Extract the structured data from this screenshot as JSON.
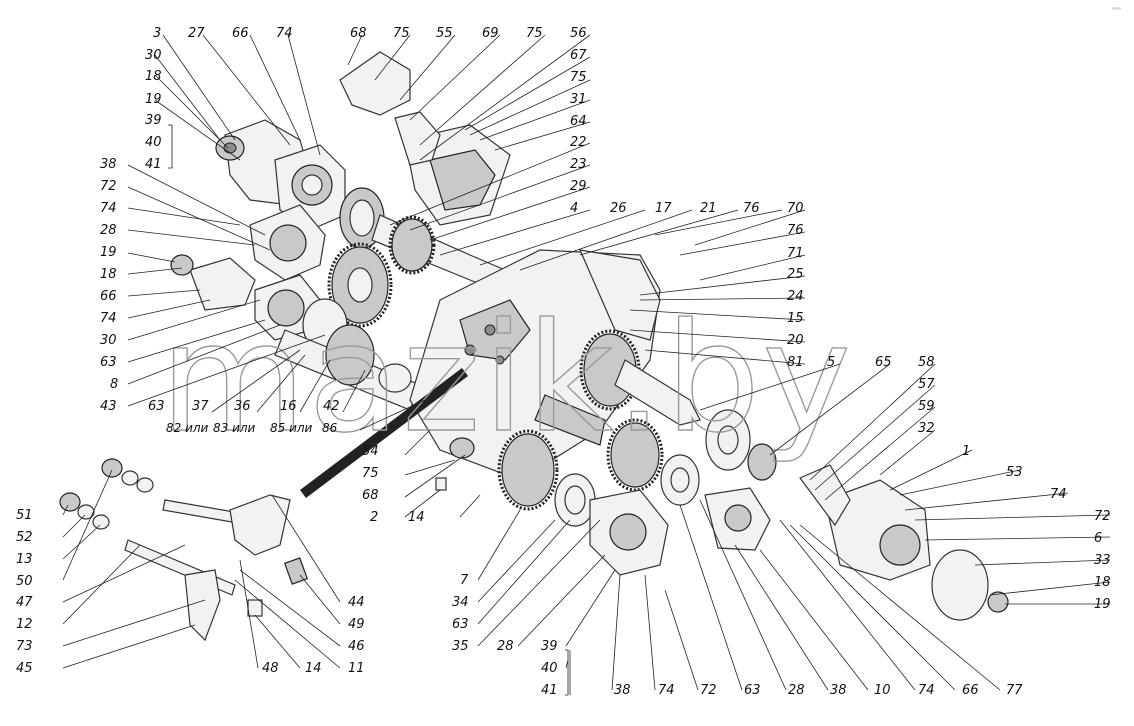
{
  "watermark": "mazik.by",
  "corner_mark": "°°°",
  "callouts": {
    "top_left": [
      "3",
      "27",
      "66",
      "74"
    ],
    "left_column": [
      "30",
      "18",
      "19",
      "39",
      "40",
      "41",
      "38",
      "72",
      "74",
      "28",
      "19",
      "18",
      "66",
      "74",
      "30",
      "63",
      "8",
      "43"
    ],
    "lower_row": [
      "63",
      "37",
      "36",
      "16",
      "42"
    ],
    "variants": [
      "82 или",
      "83 или",
      "85 или",
      "86"
    ],
    "top_center": [
      "68",
      "75",
      "55",
      "69",
      "75",
      "56",
      "67",
      "75",
      "31",
      "64",
      "22",
      "23",
      "29",
      "4",
      "26",
      "17",
      "21",
      "76",
      "70",
      "76",
      "71",
      "25",
      "24",
      "15",
      "20",
      "81",
      "5",
      "65",
      "58",
      "57",
      "59",
      "32",
      "1",
      "53",
      "74",
      "72",
      "6",
      "33",
      "18",
      "19"
    ],
    "mid": [
      "54",
      "75",
      "68",
      "2",
      "14"
    ],
    "bottom_left": [
      "51",
      "52",
      "13",
      "50",
      "47",
      "12",
      "73",
      "45"
    ],
    "bottom_mid": [
      "44",
      "49",
      "46",
      "11",
      "48",
      "14"
    ],
    "bottom_row": [
      "7",
      "34",
      "63",
      "35",
      "28",
      "39",
      "40",
      "41",
      "38",
      "74",
      "72",
      "63",
      "28",
      "38",
      "10",
      "74",
      "66",
      "77"
    ]
  }
}
